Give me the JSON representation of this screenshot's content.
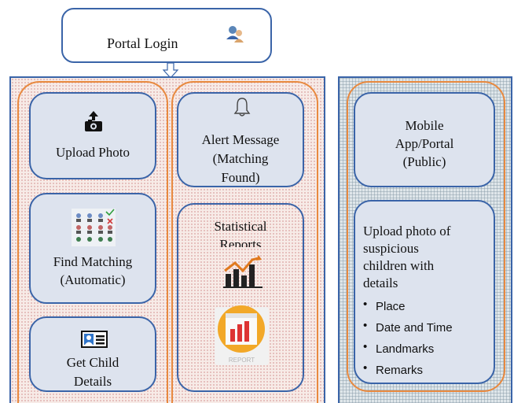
{
  "login": {
    "label": "Portal Login",
    "icon": "user-icon"
  },
  "left_panel": {
    "upload": {
      "label": "Upload Photo",
      "icon": "camera-upload-icon"
    },
    "find": {
      "line1": "Find Matching",
      "line2": "(Automatic)",
      "icon": "face-grid-icon"
    },
    "details": {
      "line1": "Get Child",
      "line2": "Details",
      "icon": "id-card-icon"
    },
    "alert": {
      "line1": "Alert Message",
      "line2": "(Matching",
      "line3": "Found)",
      "icon": "bell-icon"
    },
    "reports": {
      "line1": "Statistical",
      "line2": "Reports",
      "icon_chart": "bar-chart-icon",
      "icon_report": "report-badge-icon",
      "report_text": "REPORT"
    }
  },
  "right_panel": {
    "mobile": {
      "line1": "Mobile",
      "line2": "App/Portal",
      "line3": "(Public)"
    },
    "upload_info": {
      "line1": "Upload photo of",
      "line2": "suspicious",
      "line3": "children with",
      "line4": "details",
      "bullets": [
        "Place",
        "Date and Time",
        "Landmarks",
        "Remarks"
      ]
    }
  },
  "colors": {
    "border_blue": "#3a64a8",
    "orange": "#e8893f",
    "card_fill": "#dde3ee"
  }
}
